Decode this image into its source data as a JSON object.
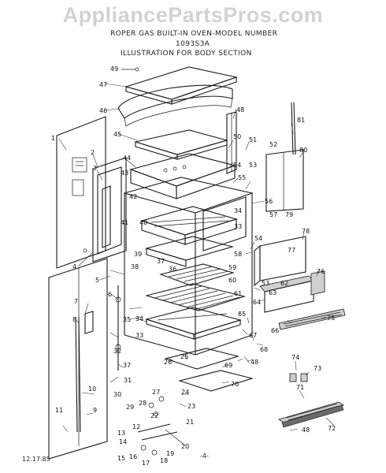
{
  "watermark": "AppliancePartsPros.com",
  "title": {
    "line1": "ROPER GAS BUILT-IN OVEN-MODEL NUMBER",
    "line2": "1093S3A",
    "line3": "ILLUSTRATION FOR BODY SECTION"
  },
  "footer": {
    "date": "12.17.85",
    "page_mark": "-4-"
  },
  "part_labels": [
    "1",
    "2",
    "3",
    "4",
    "5",
    "6",
    "7",
    "8",
    "9",
    "10",
    "11",
    "12",
    "13",
    "14",
    "15",
    "16",
    "17",
    "18",
    "19",
    "20",
    "21",
    "22",
    "23",
    "24",
    "25",
    "26",
    "27",
    "28",
    "29",
    "30",
    "31",
    "32",
    "33",
    "34",
    "35",
    "36",
    "37",
    "38",
    "39",
    "40",
    "41",
    "42",
    "43",
    "44",
    "45",
    "46",
    "47",
    "48",
    "49",
    "50",
    "51",
    "52",
    "53",
    "54",
    "55",
    "56",
    "57",
    "58",
    "59",
    "60",
    "61",
    "62",
    "63",
    "64",
    "65",
    "66",
    "67",
    "68",
    "69",
    "70",
    "71",
    "72",
    "73",
    "74",
    "75",
    "76",
    "77",
    "78",
    "79",
    "80",
    "81"
  ]
}
